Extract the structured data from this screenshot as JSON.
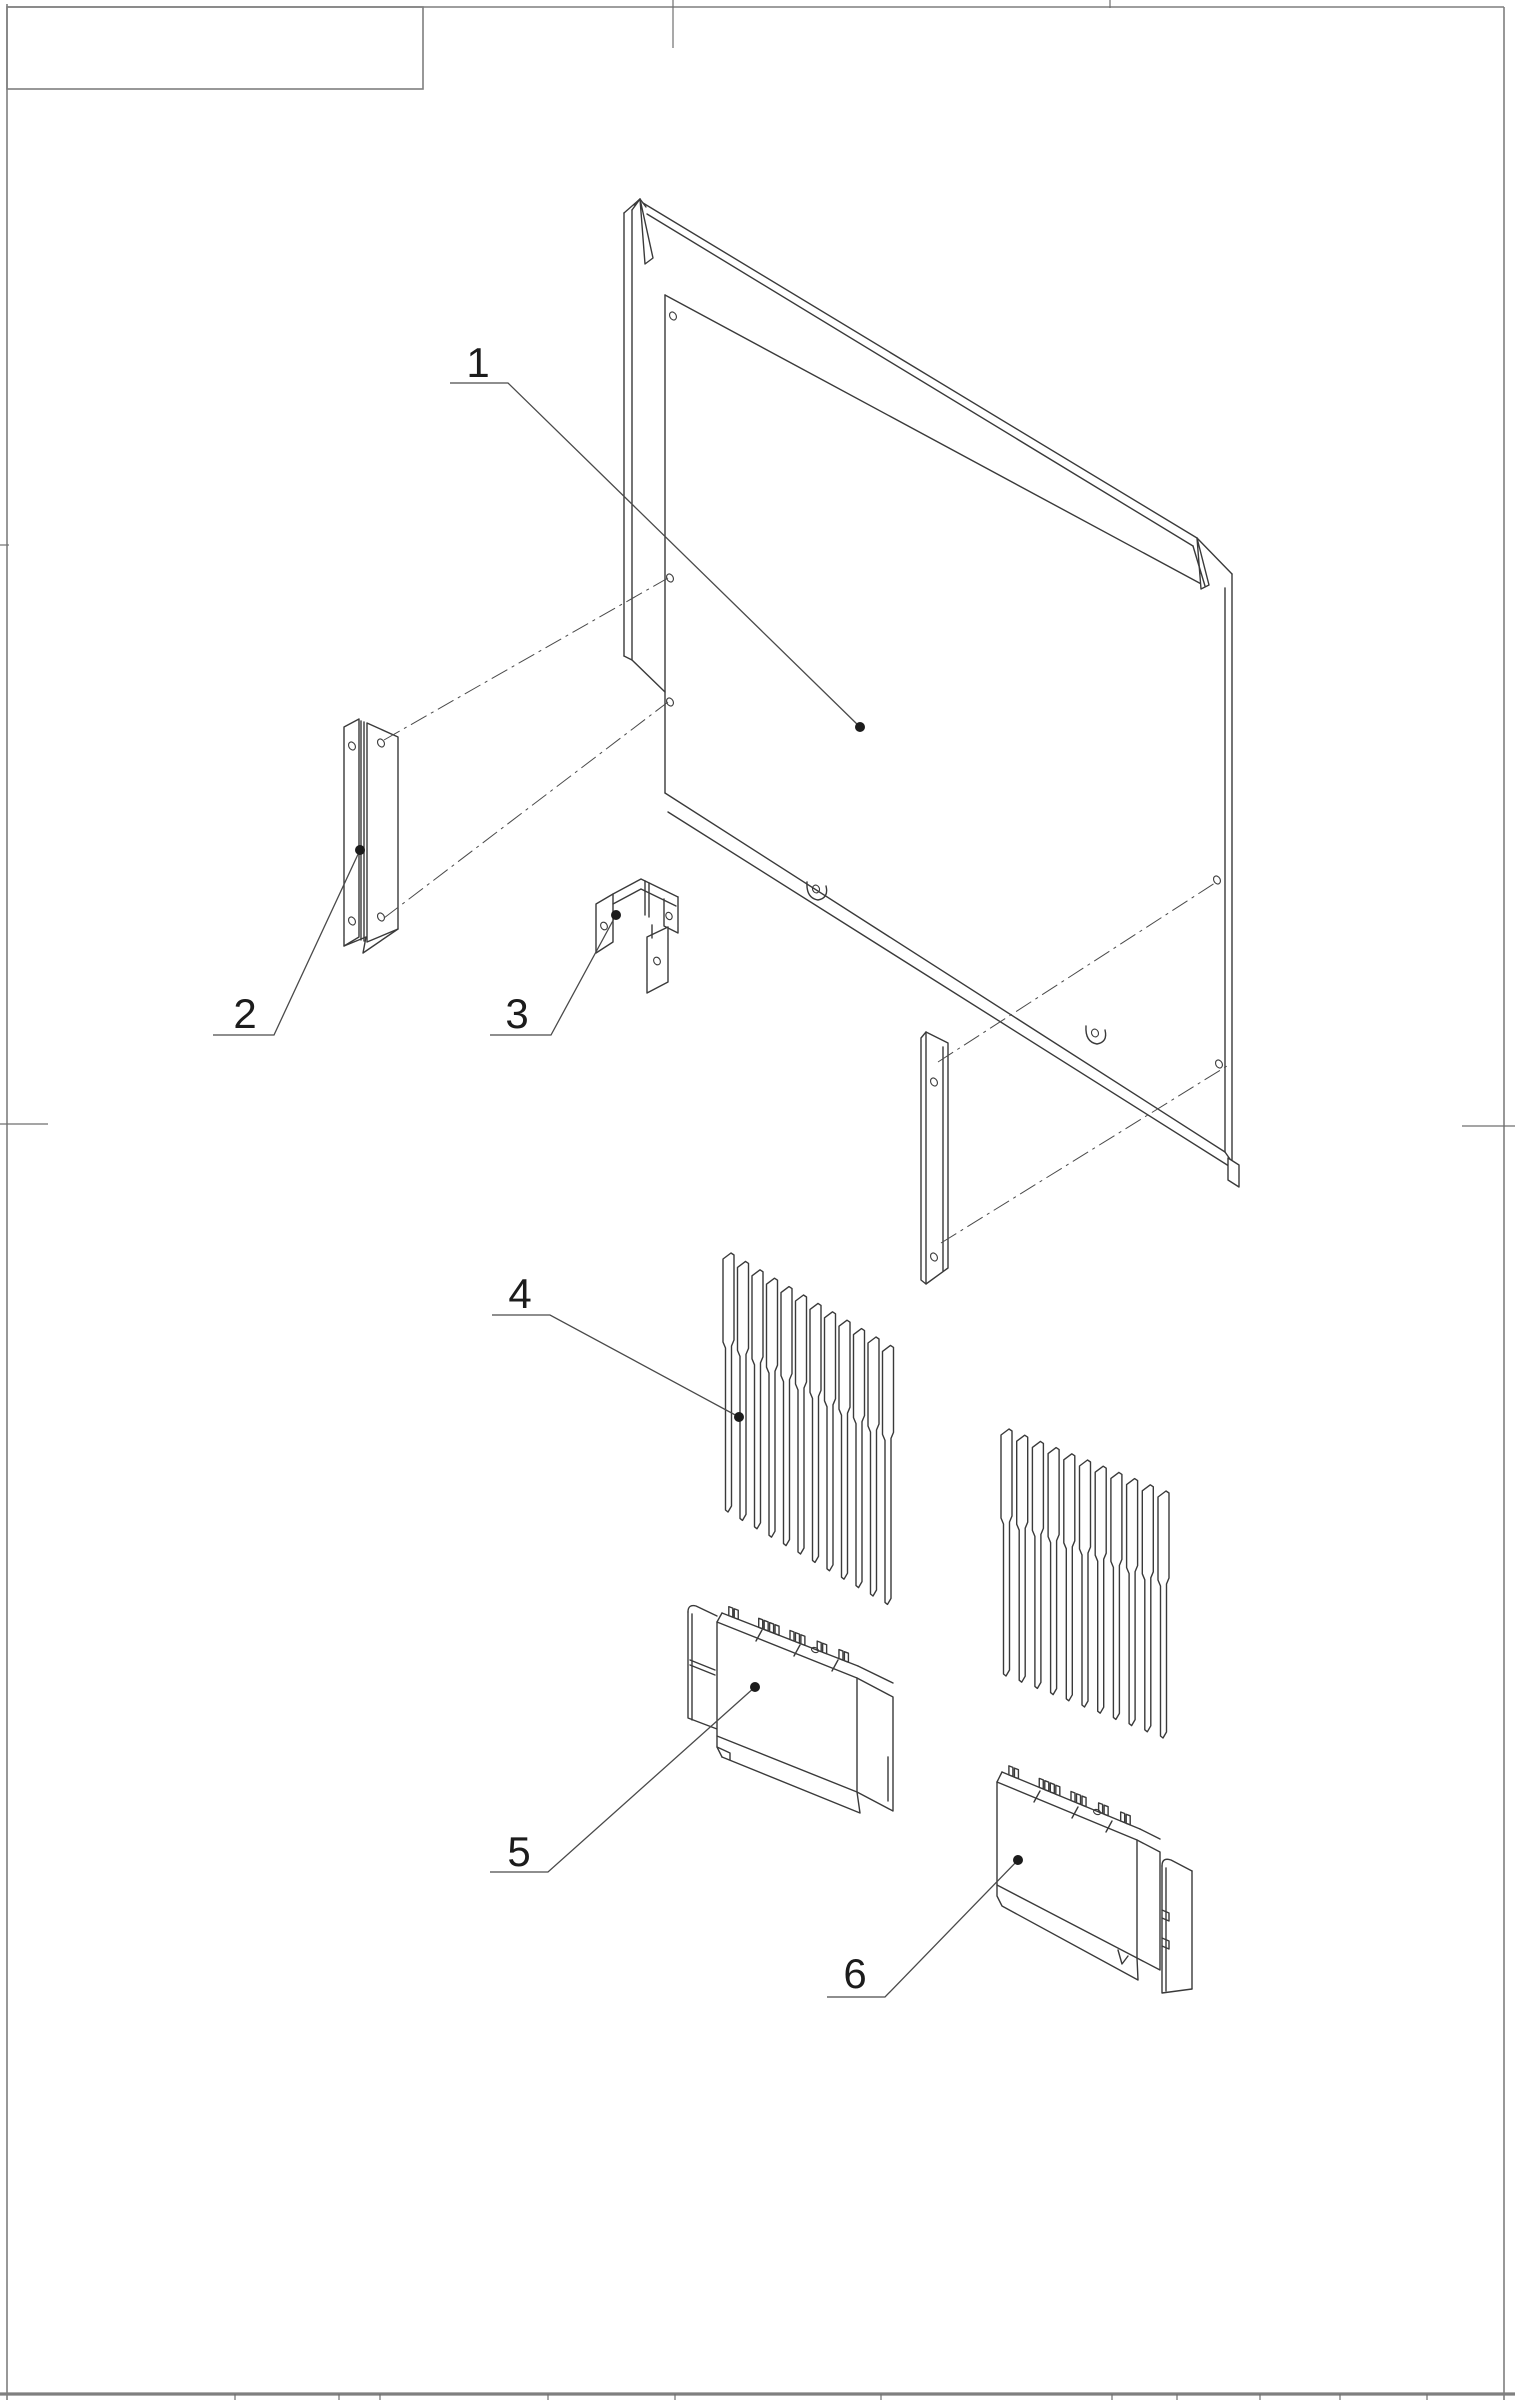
{
  "sheet": {
    "title_block_text": "",
    "description": "exploded-view assembly drawing, no visible text except part numbers"
  },
  "drawing": {
    "callouts": [
      {
        "label": "1"
      },
      {
        "label": "2"
      },
      {
        "label": "3"
      },
      {
        "label": "4"
      },
      {
        "label": "5"
      },
      {
        "label": "6"
      }
    ]
  },
  "colors": {
    "paper": "#ffffff",
    "drawing_line": "#3a3a3a",
    "frame_line": "#7f7f7f",
    "label_text": "#1c1c1c"
  }
}
